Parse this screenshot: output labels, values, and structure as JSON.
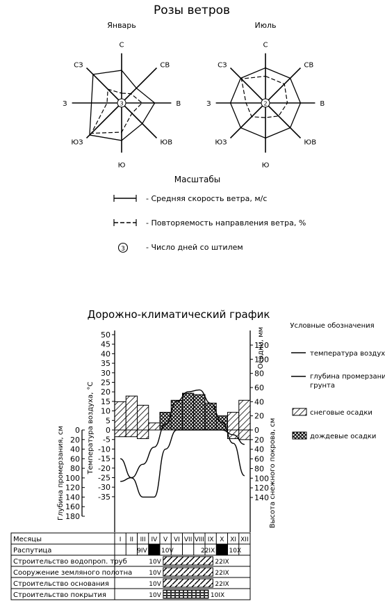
{
  "wind": {
    "title": "Розы ветров",
    "scale_title": "Масштабы",
    "directions": [
      "С",
      "СВ",
      "В",
      "ЮВ",
      "Ю",
      "ЮЗ",
      "З",
      "СЗ"
    ],
    "january": {
      "label": "Январь",
      "calm_days": "3",
      "speed": [
        0.67,
        0.43,
        0.68,
        0.6,
        0.77,
        0.93,
        0.62,
        0.83
      ],
      "frequency": [
        0.2,
        0.27,
        0.42,
        0.3,
        0.6,
        0.88,
        0.3,
        0.4
      ]
    },
    "july": {
      "label": "Июль",
      "calm_days": "2",
      "speed": [
        0.72,
        0.72,
        0.72,
        0.72,
        0.72,
        0.72,
        0.72,
        0.72
      ],
      "frequency": [
        0.55,
        0.55,
        0.45,
        0.38,
        0.3,
        0.4,
        0.4,
        0.7
      ]
    },
    "legend": {
      "speed": "- Средняя скорость ветра, м/с",
      "frequency": "- Повторяемость направления ветра, %",
      "calm": "- Число дней со штилем",
      "calm_symbol": "3"
    }
  },
  "climate": {
    "title": "Дорожно-климатический график",
    "legend_title": "Условные обозначения",
    "legend": {
      "air_temp": "температура воздуха",
      "frost_depth_l1": "глубина промерзания",
      "frost_depth_l2": "грунта",
      "snow": "снеговые осадки",
      "rain": "дождевые осадки"
    },
    "axes": {
      "temperature": "Температура воздуха, °С",
      "frost_depth": "Глубина промерзания, см",
      "precipitation": "Осадки, мм",
      "snow_height": "Высота снежного покрова, см"
    },
    "temp_ticks": [
      "50",
      "45",
      "40",
      "35",
      "30",
      "25",
      "20",
      "15",
      "10",
      "5",
      "0",
      "-5",
      "-10",
      "-15",
      "-20",
      "-25",
      "-30",
      "-35"
    ],
    "frost_ticks": [
      "0",
      "20",
      "40",
      "60",
      "80",
      "100",
      "120",
      "140",
      "160",
      "180"
    ],
    "precip_ticks": [
      "120",
      "100",
      "80",
      "60",
      "40",
      "20",
      "0"
    ],
    "snow_ticks": [
      "20",
      "40",
      "60",
      "80",
      "100",
      "120",
      "140"
    ],
    "chart_data": {
      "type": "area",
      "x": [
        "I",
        "II",
        "III",
        "IV",
        "V",
        "VI",
        "VII",
        "VIII",
        "IX",
        "X",
        "XI",
        "XII"
      ],
      "air_temperature": [
        -27,
        -25,
        -18,
        -9,
        3,
        15,
        20,
        21,
        14,
        4,
        -7,
        -24
      ],
      "frost_depth": [
        60,
        100,
        140,
        140,
        40,
        0,
        0,
        0,
        0,
        0,
        10,
        30
      ],
      "snow_precipitation": [
        40,
        48,
        35,
        10,
        0,
        0,
        0,
        0,
        0,
        0,
        25,
        42
      ],
      "rain_precipitation": [
        0,
        0,
        0,
        0,
        25,
        42,
        52,
        50,
        38,
        20,
        0,
        0
      ],
      "snow_cover": [
        14,
        14,
        18,
        0,
        0,
        0,
        0,
        0,
        0,
        0,
        18,
        20
      ]
    }
  },
  "schedule": {
    "months": [
      "I",
      "II",
      "III",
      "IV",
      "V",
      "VI",
      "VII",
      "VIII",
      "IX",
      "X",
      "XI",
      "XII"
    ],
    "rows": [
      {
        "label": "Месяцы"
      },
      {
        "label": "Распутица",
        "start": "9IV",
        "end_a": "10V",
        "end_b": "22IX",
        "end_c": "10X"
      },
      {
        "label": "Строительство водопроп. труб",
        "start": "10V",
        "end": "22IX"
      },
      {
        "label": "Сооружение земляного полотна",
        "start": "10V",
        "end": "22IX"
      },
      {
        "label": "Строительство основания",
        "start": "10V",
        "end": "22IX"
      },
      {
        "label": "Строительство покрытия",
        "start": "10V",
        "end": "10IX"
      }
    ]
  }
}
